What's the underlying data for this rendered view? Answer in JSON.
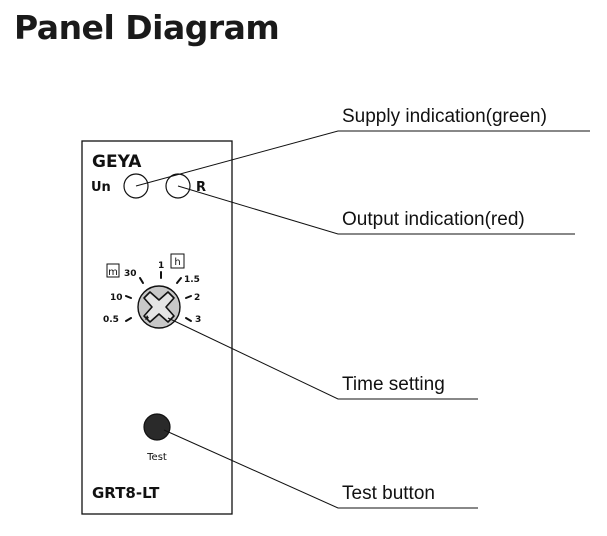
{
  "title": "Panel Diagram",
  "device": {
    "brand": "GEYA",
    "model": "GRT8-LT",
    "label_un": "Un",
    "label_r": "R",
    "test_label": "Test"
  },
  "dial": {
    "minute_unit": "m",
    "hour_unit": "h",
    "scale_labels": [
      "0.5",
      "10",
      "30",
      "1",
      "1.5",
      "2",
      "3"
    ]
  },
  "callouts": {
    "supply": "Supply indication(green)",
    "output": "Output indication(red)",
    "time": "Time setting",
    "test": "Test button"
  },
  "colors": {
    "line": "#111111",
    "knob": "#c8c8c8",
    "button": "#2a2a2a"
  }
}
